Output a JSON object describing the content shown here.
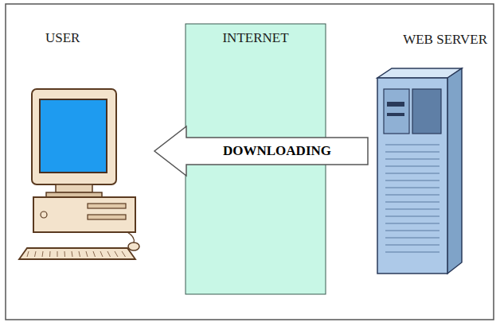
{
  "diagram": {
    "nodes": [
      {
        "text": [
          "USER"
        ]
      },
      {
        "text": [
          "INTERNET"
        ]
      },
      {
        "text": [
          "WEB SERVER"
        ]
      }
    ],
    "edges": [
      {
        "from": 2,
        "to": 0,
        "arrow": "to",
        "label": "DOWNLOADING"
      }
    ]
  }
}
